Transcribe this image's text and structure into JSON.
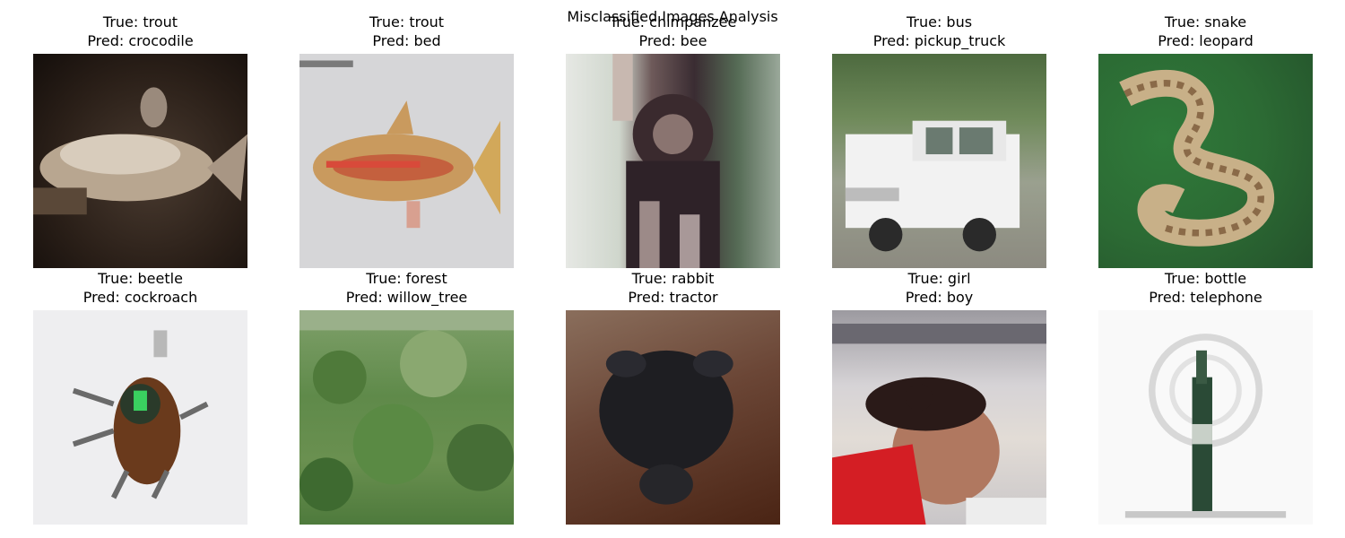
{
  "suptitle": "Misclassified Images Analysis",
  "panels": [
    {
      "true_label": "True: trout",
      "pred_label": "Pred: crocodile"
    },
    {
      "true_label": "True: trout",
      "pred_label": "Pred: bed"
    },
    {
      "true_label": "True: chimpanzee",
      "pred_label": "Pred: bee"
    },
    {
      "true_label": "True: bus",
      "pred_label": "Pred: pickup_truck"
    },
    {
      "true_label": "True: snake",
      "pred_label": "Pred: leopard"
    },
    {
      "true_label": "True: beetle",
      "pred_label": "Pred: cockroach"
    },
    {
      "true_label": "True: forest",
      "pred_label": "Pred: willow_tree"
    },
    {
      "true_label": "True: rabbit",
      "pred_label": "Pred: tractor"
    },
    {
      "true_label": "True: girl",
      "pred_label": "Pred: boy"
    },
    {
      "true_label": "True: bottle",
      "pred_label": "Pred: telephone"
    }
  ]
}
